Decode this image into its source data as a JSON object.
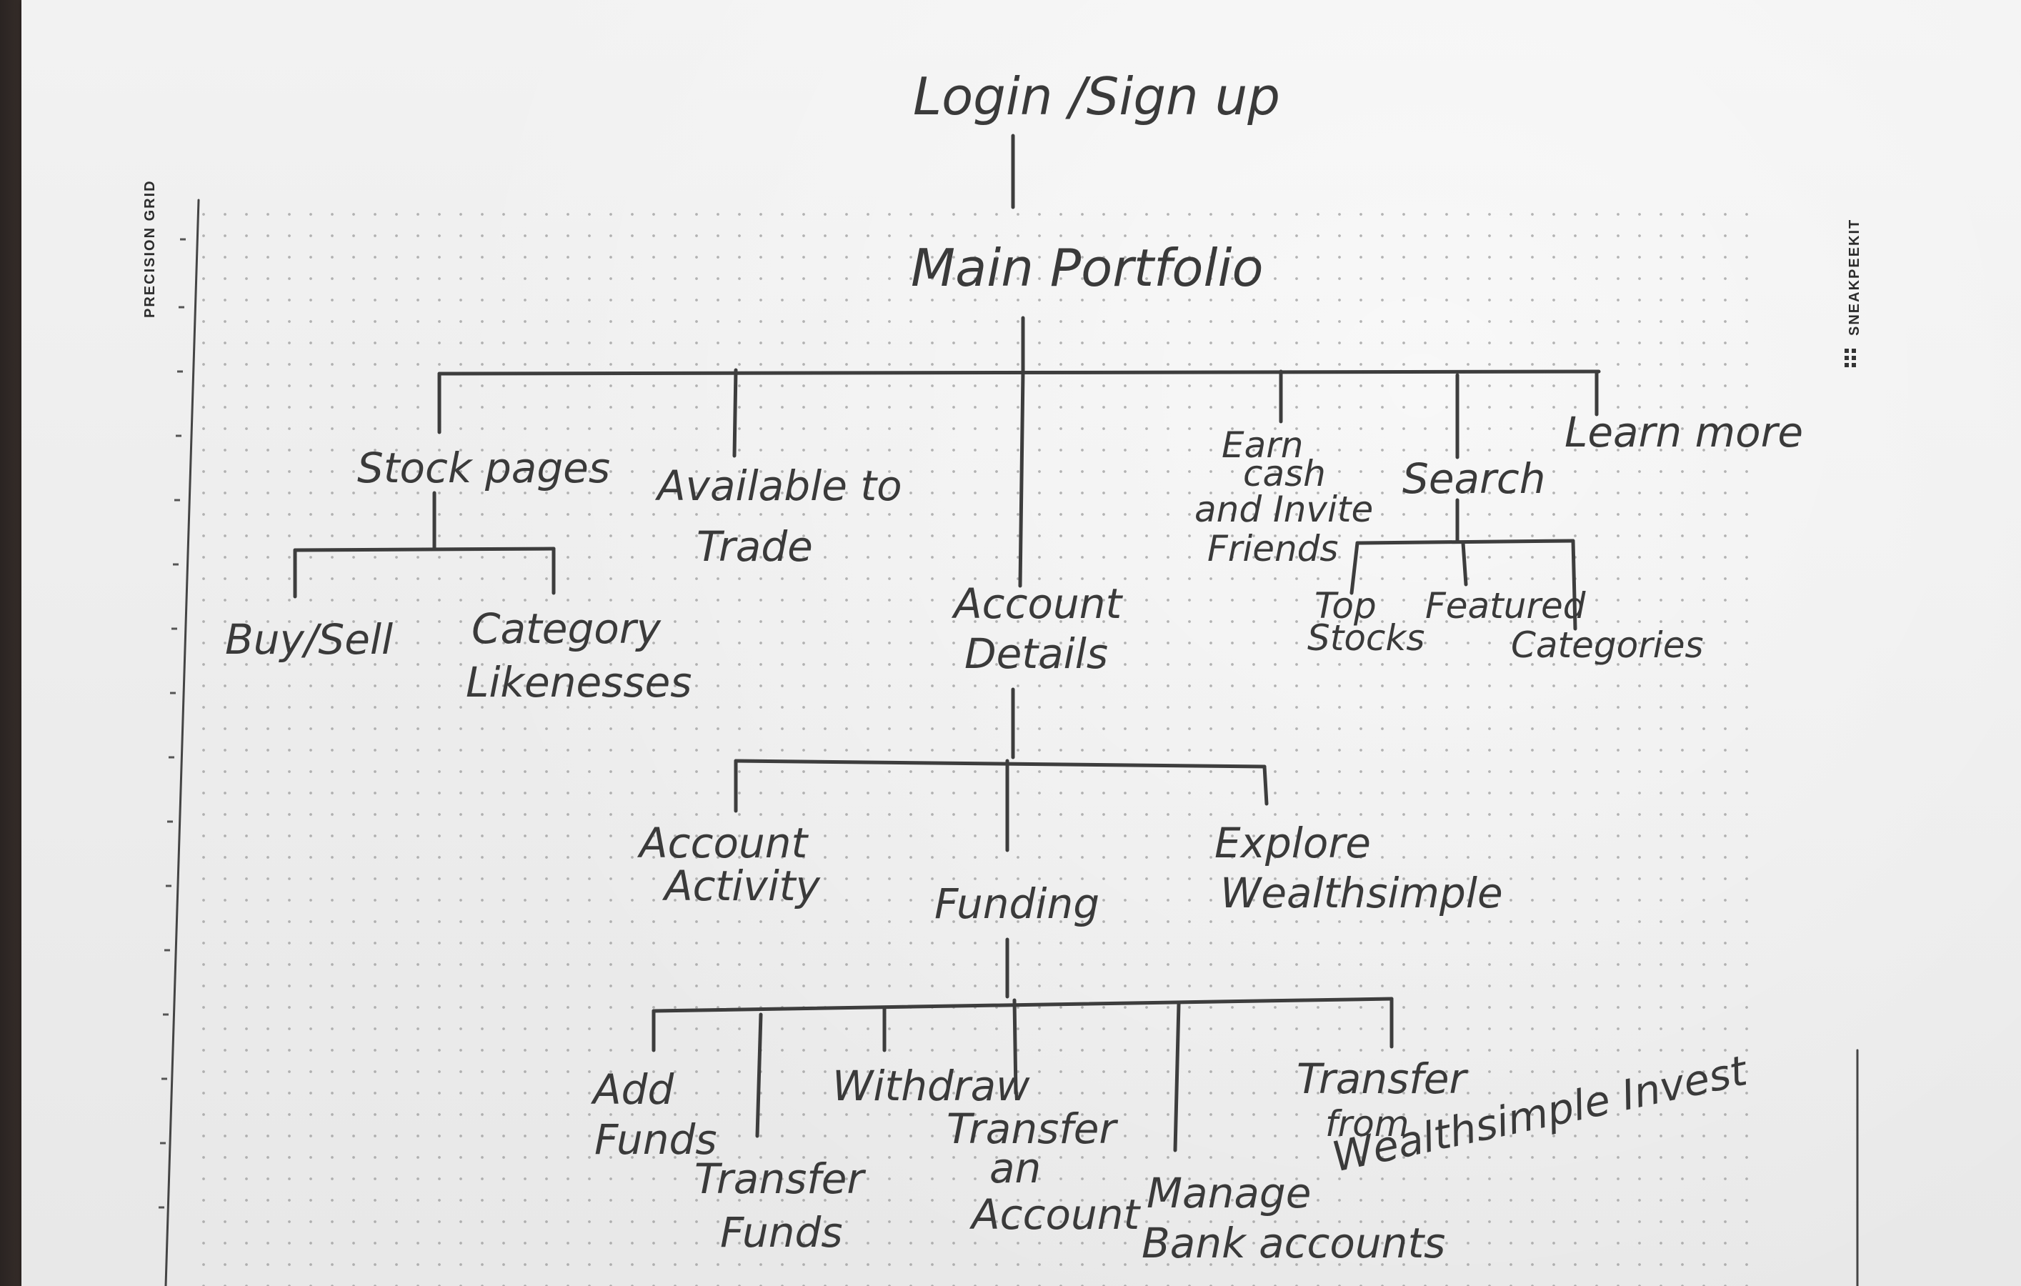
{
  "margin_labels": {
    "left": "PRECISION GRID",
    "right": "SNEAKPEEKIT"
  },
  "tree": {
    "root": "Login /Sign up",
    "portfolio": "Main Portfolio",
    "level2": {
      "stock_pages": "Stock pages",
      "available_to_trade": [
        "Available to",
        "Trade"
      ],
      "account_details": [
        "Account",
        "Details"
      ],
      "earn_cash": [
        "Earn",
        "cash",
        "and Invite",
        "Friends"
      ],
      "search": "Search",
      "learn_more": "Learn more"
    },
    "stock_children": {
      "buy_sell": "Buy/Sell",
      "category_likenesses": [
        "Category",
        "Likenesses"
      ]
    },
    "search_children": {
      "top_stocks": [
        "Top",
        "Stocks"
      ],
      "featured": "Featured",
      "categories": "Categories"
    },
    "account_children": {
      "account_activity": [
        "Account",
        "Activity"
      ],
      "funding": "Funding",
      "explore": [
        "Explore",
        "Wealthsimple"
      ]
    },
    "funding_children": {
      "add_funds": [
        "Add",
        "Funds"
      ],
      "transfer_funds": [
        "Transfer",
        "Funds"
      ],
      "withdraw": "Withdraw",
      "transfer_account": [
        "Transfer",
        "an",
        "Account"
      ],
      "manage_bank": [
        "Manage",
        "Bank accounts"
      ],
      "transfer_from": [
        "Transfer",
        "from",
        "Wealthsimple Invest"
      ]
    }
  }
}
